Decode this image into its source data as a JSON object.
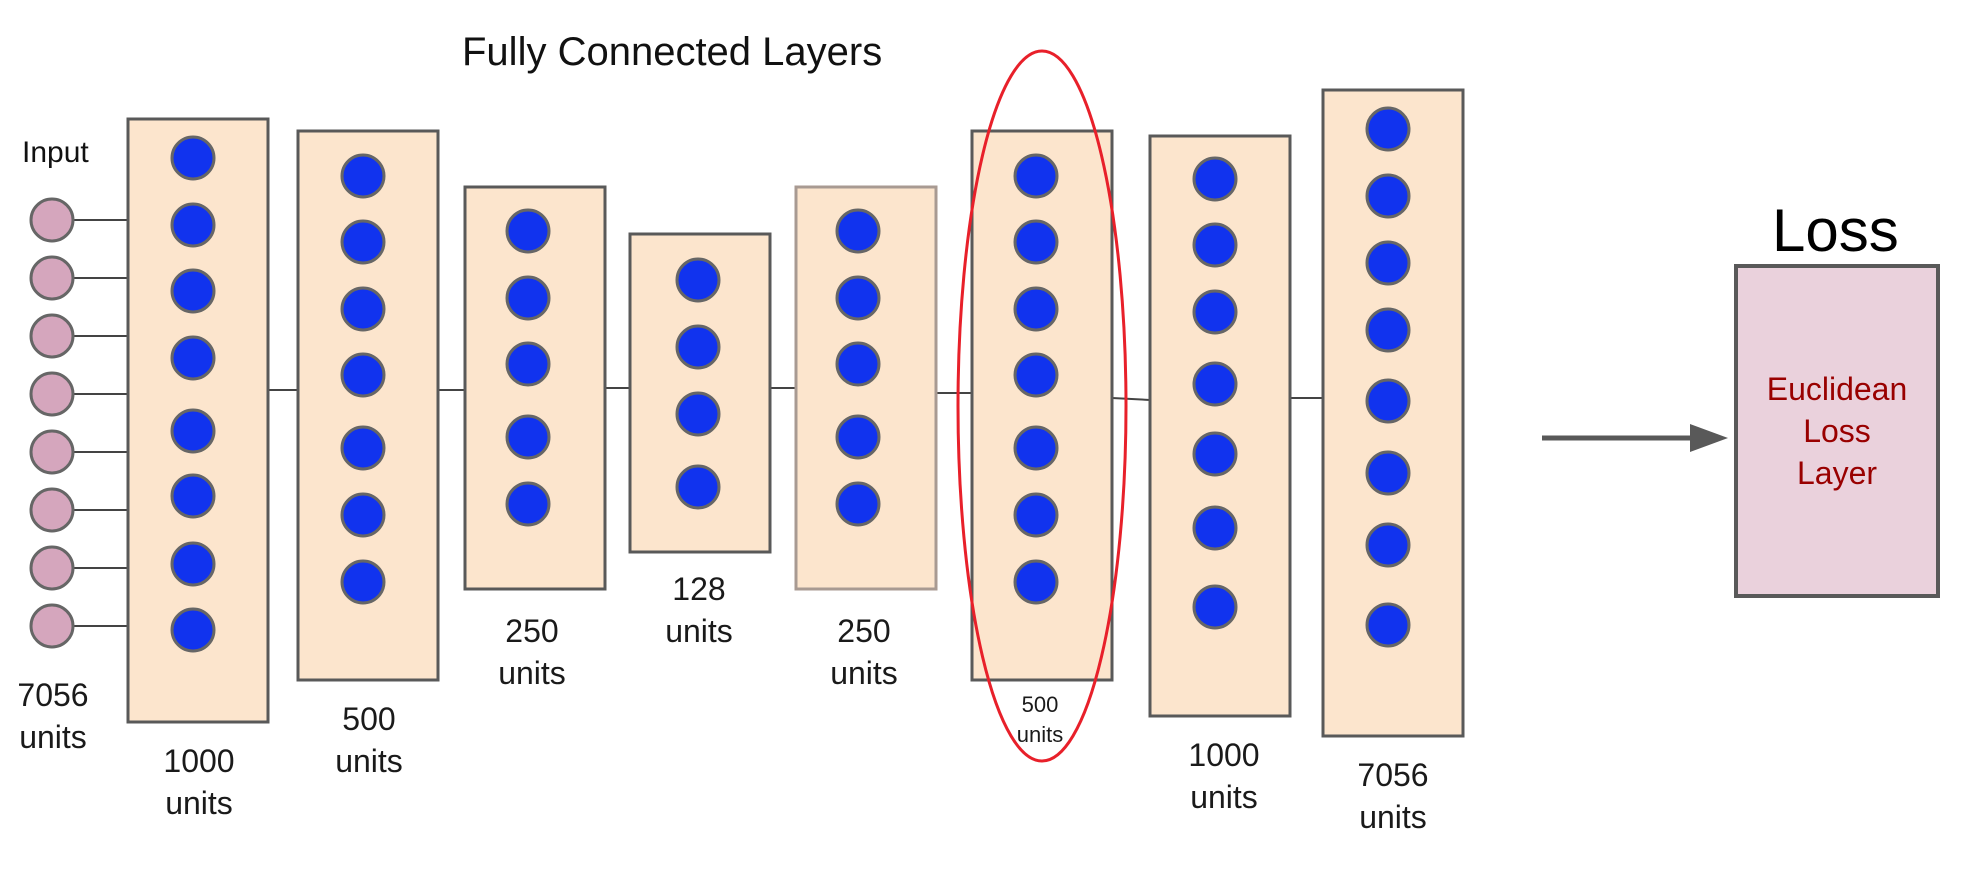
{
  "title": "Fully Connected Layers",
  "input": {
    "label": "Input",
    "units_number": "7056",
    "units_word": "units",
    "node_count": 8,
    "node_color": "#d5a6bd"
  },
  "layers": [
    {
      "number": "1000",
      "word": "units",
      "nodes": 8
    },
    {
      "number": "500",
      "word": "units",
      "nodes": 7
    },
    {
      "number": "250",
      "word": "units",
      "nodes": 5
    },
    {
      "number": "128",
      "word": "units",
      "nodes": 4
    },
    {
      "number": "250",
      "word": "units",
      "nodes": 5
    },
    {
      "number": "500",
      "word": "units",
      "nodes": 7,
      "highlighted": true
    },
    {
      "number": "1000",
      "word": "units",
      "nodes": 7
    },
    {
      "number": "7056",
      "word": "units",
      "nodes": 8
    }
  ],
  "loss": {
    "title": "Loss",
    "line1": "Euclidean",
    "line2": "Loss",
    "line3": "Layer"
  },
  "colors": {
    "layer_fill": "#fce5cd",
    "layer_border": "#595959",
    "node_fill": "#1133ee",
    "highlight": "#e8202a",
    "loss_fill": "#ead1dc",
    "loss_text": "#990000"
  }
}
